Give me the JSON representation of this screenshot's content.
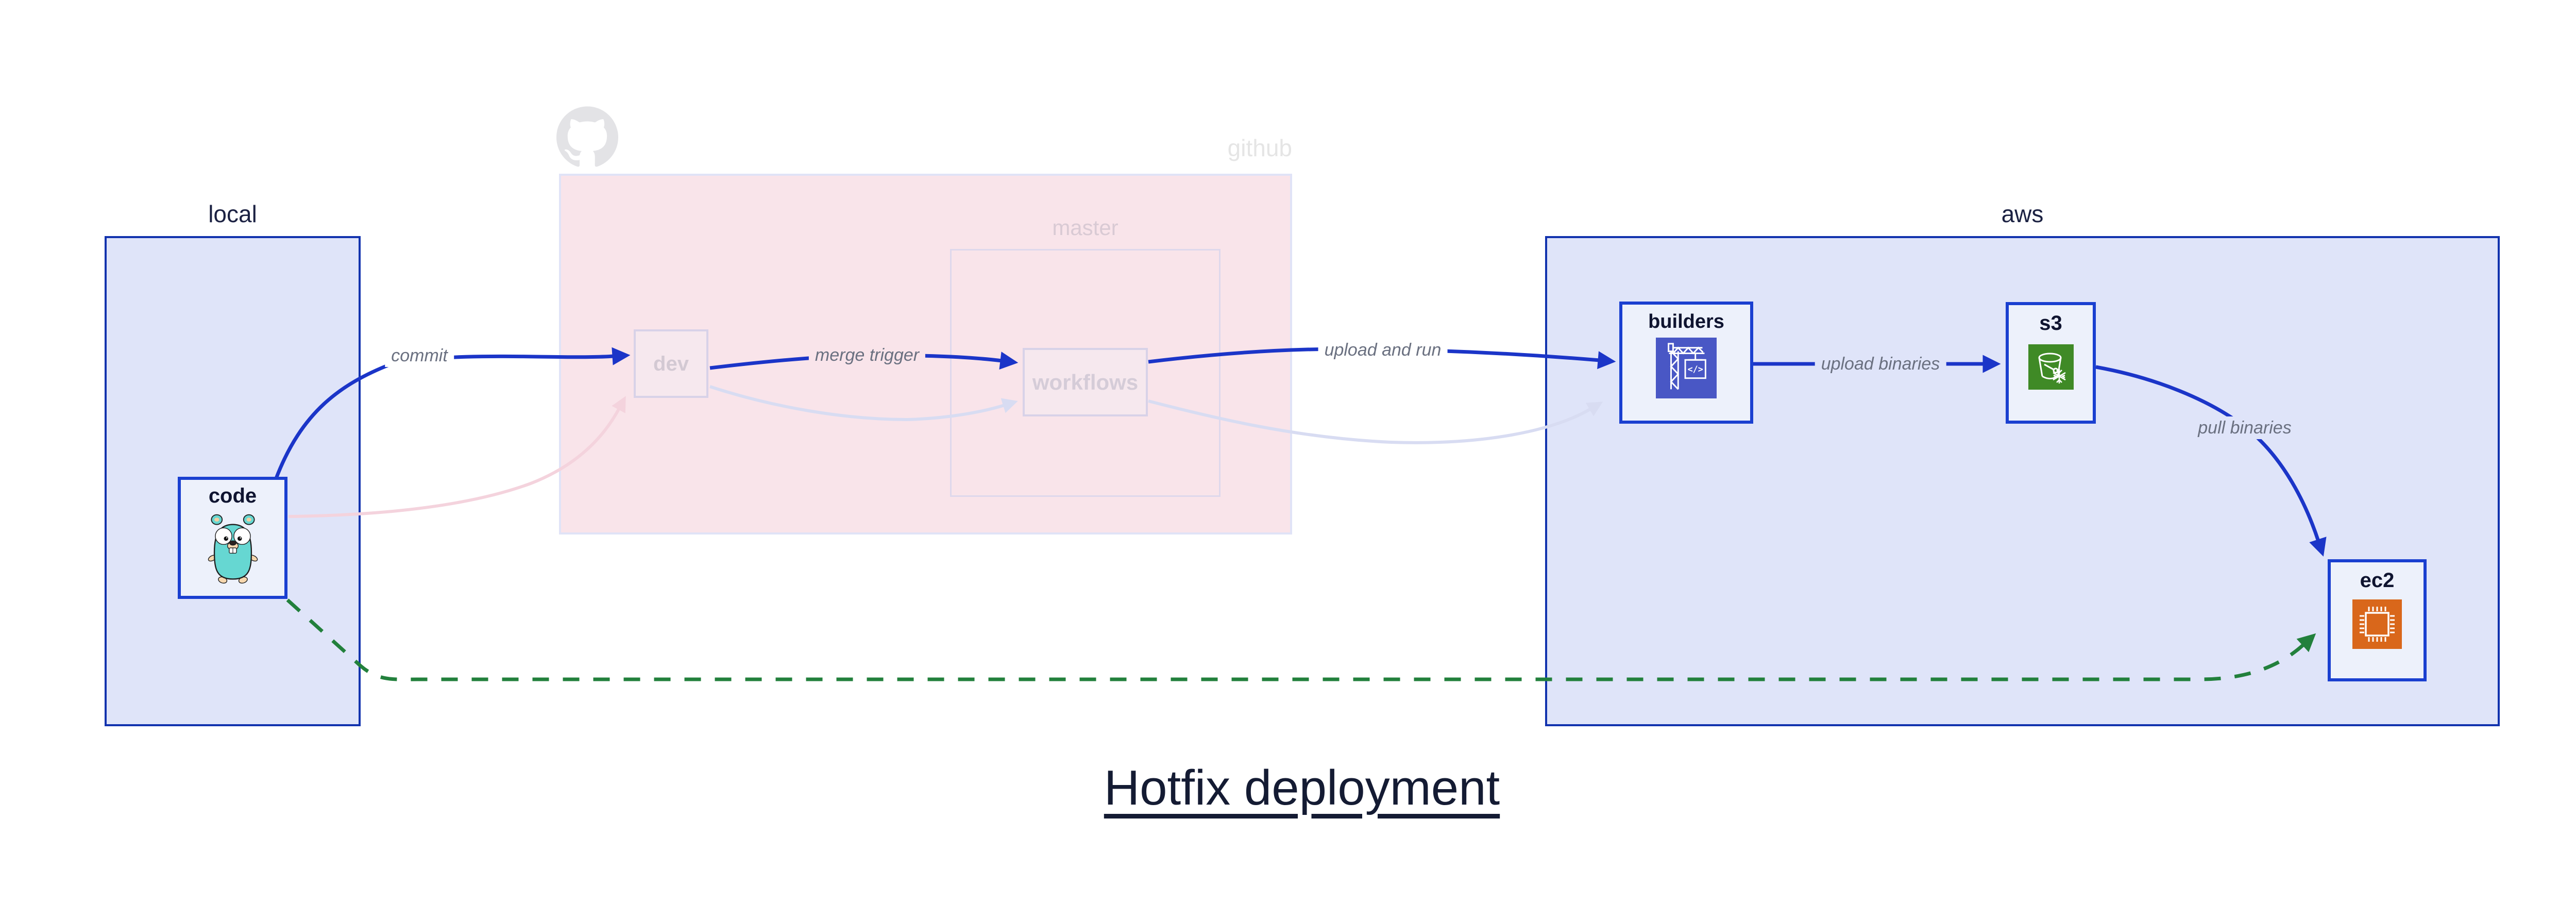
{
  "diagram_title": "Hotfix deployment",
  "groups": {
    "local": {
      "label": "local"
    },
    "github": {
      "label": "github"
    },
    "master": {
      "label": "master"
    },
    "aws": {
      "label": "aws"
    }
  },
  "nodes": {
    "code": {
      "label": "code",
      "icon": "go-gopher-icon",
      "state": "active"
    },
    "dev": {
      "label": "dev",
      "icon": "",
      "state": "faded"
    },
    "workflows": {
      "label": "workflows",
      "icon": "",
      "state": "faded"
    },
    "builders": {
      "label": "builders",
      "icon": "codebuild-crane-icon",
      "state": "active"
    },
    "s3": {
      "label": "s3",
      "icon": "s3-bucket-snowflake-icon",
      "state": "active"
    },
    "ec2": {
      "label": "ec2",
      "icon": "ec2-chip-icon",
      "state": "active"
    }
  },
  "edges": {
    "commit": {
      "from": "code",
      "to": "dev",
      "label": "commit",
      "state": "active"
    },
    "merge_trigger": {
      "from": "dev",
      "to": "workflows",
      "label": "merge trigger",
      "state": "active"
    },
    "upload_and_run": {
      "from": "workflows",
      "to": "builders",
      "label": "upload and run",
      "state": "active"
    },
    "upload_binaries": {
      "from": "builders",
      "to": "s3",
      "label": "upload binaries",
      "state": "active"
    },
    "pull_binaries": {
      "from": "s3",
      "to": "ec2",
      "label": "pull binaries",
      "state": "active"
    },
    "hotfix_direct": {
      "from": "code",
      "to": "ec2",
      "label": "",
      "state": "hotfix-dashed-green"
    },
    "faded_commit": {
      "from": "code",
      "to": "dev",
      "label": "",
      "state": "faded"
    },
    "faded_merge": {
      "from": "dev",
      "to": "workflows",
      "label": "",
      "state": "faded"
    },
    "faded_upload": {
      "from": "workflows",
      "to": "builders",
      "label": "",
      "state": "faded"
    }
  },
  "colors": {
    "container_fill": "#dfe4f9",
    "container_border": "#1233ae",
    "node_fill": "#edf1fb",
    "node_border": "#1a3fd0",
    "node_text": "#0f1430",
    "arrow_blue": "#1b35c8",
    "hotfix_green": "#22803c",
    "edge_label_gray": "#6a7080",
    "github_fill": "#f9e4ea",
    "github_border": "#e0e3f7",
    "faded_node_fill": "#f6e8ee",
    "faded_node_border": "#d8d2e8",
    "faded_text": "#d3c9d3",
    "faded_edge_lavender": "#d8dcf2",
    "faded_edge_pink": "#f4d3dd",
    "octocat_gray": "#e3e3e6",
    "codebuild_indigo": "#4957c5",
    "s3_green": "#3f8a26",
    "ec2_orange": "#d9671b",
    "title_navy": "#141b33"
  }
}
